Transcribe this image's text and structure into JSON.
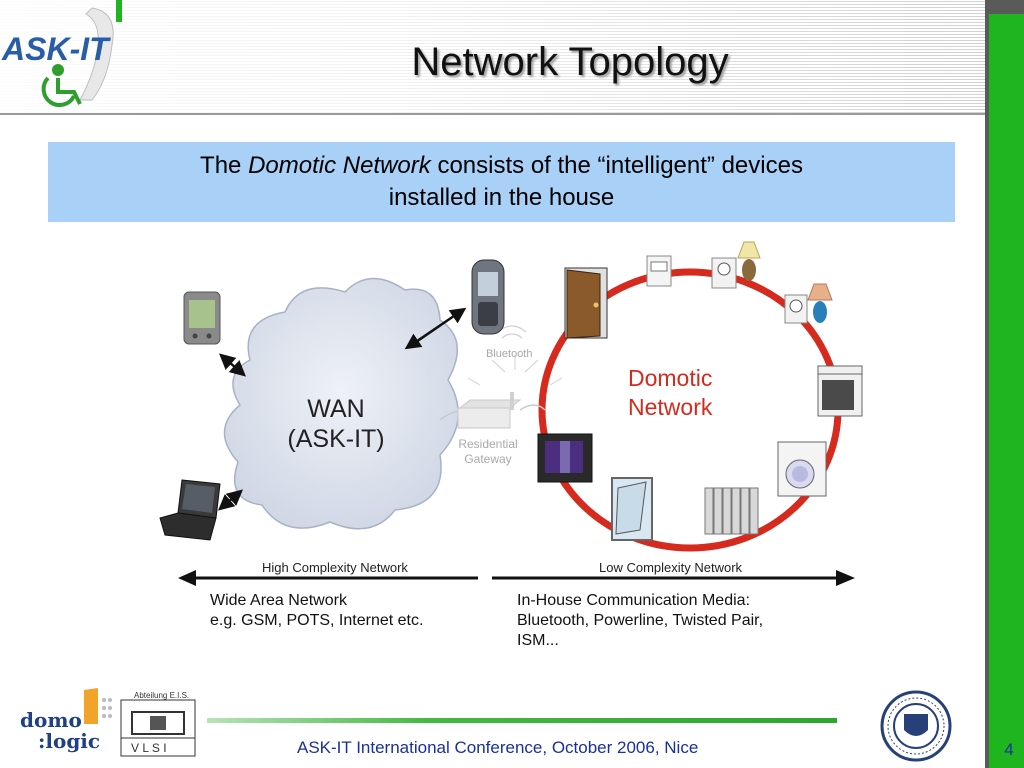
{
  "slide": {
    "title": "Network Topology",
    "page_number": "4",
    "footer": "ASK-IT International Conference, October 2006, Nice"
  },
  "banner": {
    "part1": "The ",
    "emphasis": "Domotic Network",
    "part2": " consists of the “intelligent” devices",
    "line2": "installed in the house",
    "color": "#a9d0f7"
  },
  "logos": {
    "askit": "ASK-IT",
    "domo_line1": "domo",
    "domo_line2": ":logic",
    "vlsi_top": "Abteilung E.I.S.",
    "vlsi_letters": "V  L  S  I"
  },
  "diagram": {
    "wan_line1": "WAN",
    "wan_line2": "(ASK-IT)",
    "bluetooth": "Bluetooth",
    "gateway_line1": "Residential",
    "gateway_line2": "Gateway",
    "domotic_line1": "Domotic",
    "domotic_line2": "Network",
    "ring_color": "#d62a1e",
    "high_label": "High Complexity Network",
    "low_label": "Low Complexity Network",
    "wan_desc_line1": "Wide Area Network",
    "wan_desc_line2": "e.g. GSM, POTS, Internet etc.",
    "inhouse_line1": "In-House Communication Media:",
    "inhouse_line2": "Bluetooth, Powerline, Twisted Pair,",
    "inhouse_line3": "ISM..."
  },
  "icons": [
    "pda-icon",
    "mobile-phone-icon",
    "laptop-icon",
    "router-icon",
    "door-icon",
    "switch-icon",
    "socket-icon",
    "lamp-icon",
    "stove-icon",
    "washing-machine-icon",
    "radiator-icon",
    "window-icon",
    "tv-icon"
  ]
}
